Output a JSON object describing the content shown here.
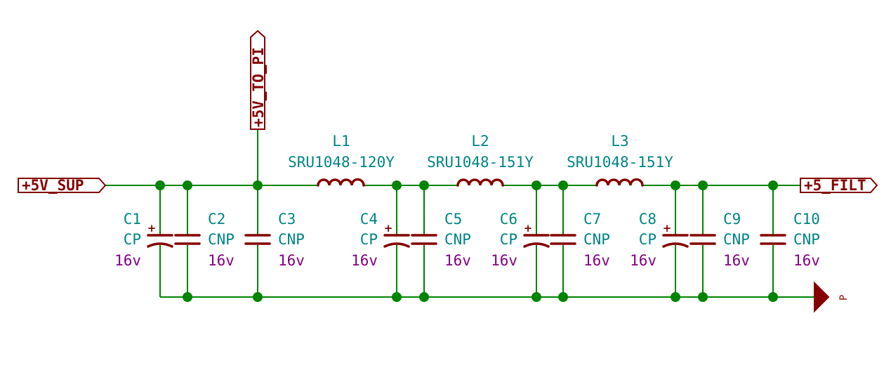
{
  "ports": {
    "supply": "+5V_SUP",
    "to_pi": "+5V_TO_PI",
    "filtered": "+5_FILT"
  },
  "ground": {
    "label": "P"
  },
  "inductors": [
    {
      "ref": "L1",
      "value": "SRU1048-120Y"
    },
    {
      "ref": "L2",
      "value": "SRU1048-151Y"
    },
    {
      "ref": "L3",
      "value": "SRU1048-151Y"
    }
  ],
  "capacitors": [
    {
      "ref": "C1",
      "type": "CP",
      "voltage": "16v"
    },
    {
      "ref": "C2",
      "type": "CNP",
      "voltage": "16v"
    },
    {
      "ref": "C3",
      "type": "CNP",
      "voltage": "16v"
    },
    {
      "ref": "C4",
      "type": "CP",
      "voltage": "16v"
    },
    {
      "ref": "C5",
      "type": "CNP",
      "voltage": "16v"
    },
    {
      "ref": "C6",
      "type": "CP",
      "voltage": "16v"
    },
    {
      "ref": "C7",
      "type": "CNP",
      "voltage": "16v"
    },
    {
      "ref": "C8",
      "type": "CP",
      "voltage": "16v"
    },
    {
      "ref": "C9",
      "type": "CNP",
      "voltage": "16v"
    },
    {
      "ref": "C10",
      "type": "CNP",
      "voltage": "16v"
    }
  ]
}
